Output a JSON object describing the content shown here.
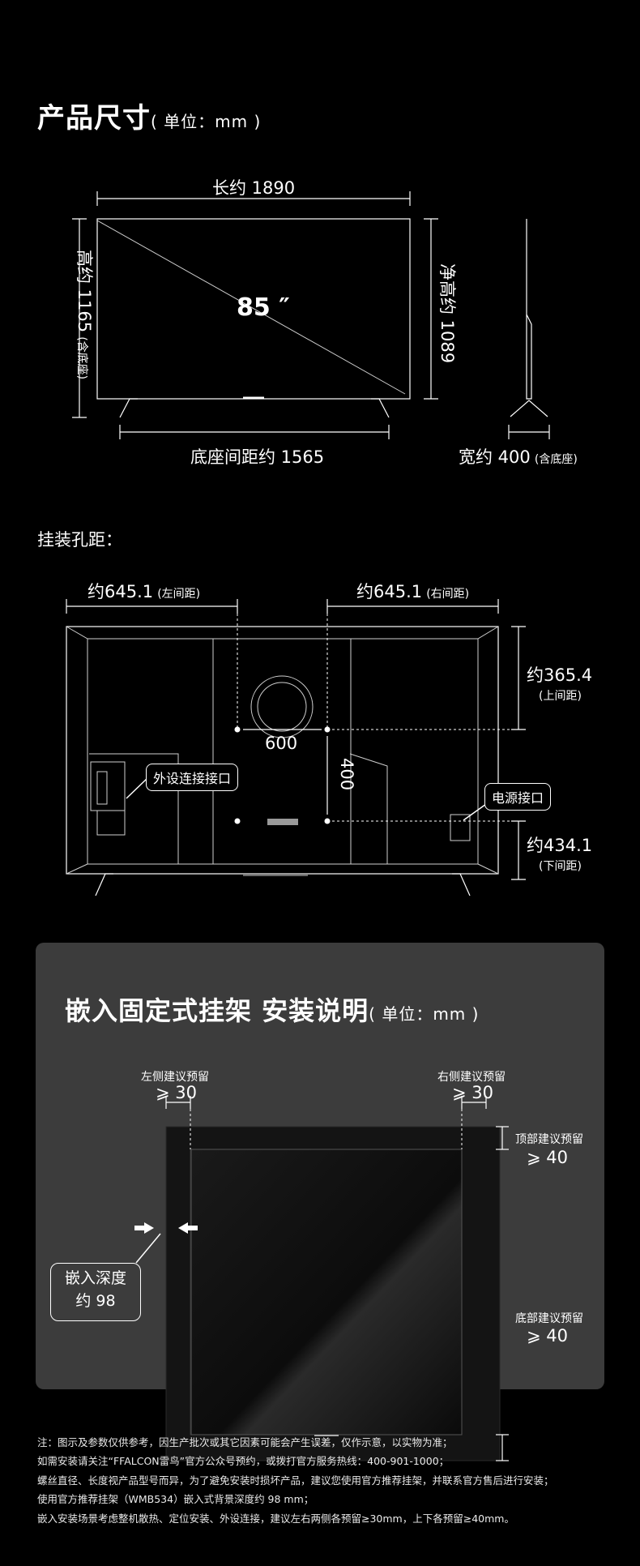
{
  "dimensions": {
    "title": "产品尺寸",
    "unit": "( 单位：mm )",
    "length_label": "长约 1890",
    "height_label": "高约 1165",
    "height_note": "(含底座)",
    "net_height_label": "净高约 1089",
    "screen_size": "85 ″",
    "base_spacing_label": "底座间距约 1565",
    "width_label": "宽约 400",
    "width_note": "(含底座)"
  },
  "mounting": {
    "title": "挂装孔距：",
    "left_label": "约645.1",
    "left_note": "(左间距)",
    "right_label": "约645.1",
    "right_note": "(右间距)",
    "top_label": "约365.4",
    "top_note": "(上间距)",
    "bottom_label": "约434.1",
    "bottom_note": "(下间距)",
    "hole_h": "600",
    "hole_v": "400",
    "external_port": "外设连接接口",
    "power_port": "电源接口"
  },
  "embed": {
    "title": "嵌入固定式挂架 安装说明",
    "unit": "( 单位：mm )",
    "left_reserve_label": "左侧建议预留",
    "left_reserve_value": "⩾ 30",
    "right_reserve_label": "右侧建议预留",
    "right_reserve_value": "⩾ 30",
    "top_reserve_label": "顶部建议预留",
    "top_reserve_value": "⩾ 40",
    "bottom_reserve_label": "底部建议预留",
    "bottom_reserve_value": "⩾ 40",
    "depth_label": "嵌入深度",
    "depth_value": "约 98"
  },
  "notes": [
    "注：图示及参数仅供参考，因生产批次或其它因素可能会产生误差，仅作示意，以实物为准；",
    "如需安装请关注“FFALCON雷鸟”官方公众号预约，或拨打官方服务热线：400-901-1000；",
    "螺丝直径、长度视产品型号而异，为了避免安装时损坏产品，建议您使用官方推荐挂架，并联系官方售后进行安装；",
    "使用官方推荐挂架（WMB534）嵌入式背景深度约 98 mm；",
    "嵌入安装场景考虑整机散热、定位安装、外设连接，建议左右两侧各预留≥30mm，上下各预留≥40mm。"
  ]
}
